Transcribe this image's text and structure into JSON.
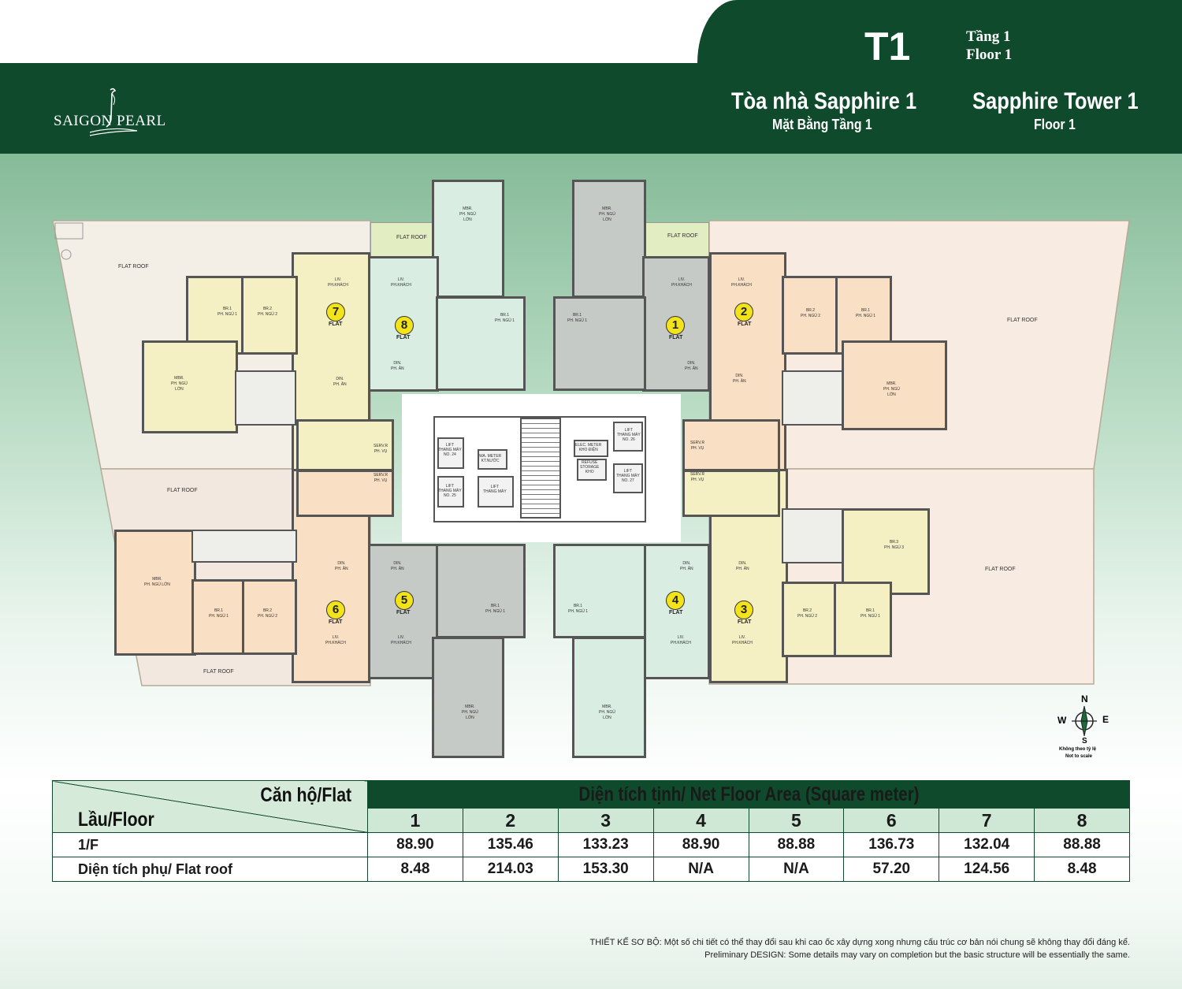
{
  "logo": {
    "text": "SAIGON PEARL"
  },
  "header": {
    "code": "T1",
    "floor_vi": "Tầng 1",
    "floor_en": "Floor 1",
    "building_vi": "Tòa nhà Sapphire 1",
    "plan_vi": "Mặt Bằng Tầng 1",
    "building_en": "Sapphire Tower 1",
    "plan_en": "Floor 1"
  },
  "plan": {
    "flat_roof": "FLAT ROOF",
    "flat_word": "FLAT",
    "flats": [
      "1",
      "2",
      "3",
      "4",
      "5",
      "6",
      "7",
      "8"
    ],
    "rooms": {
      "liv": "LIV.\nPH.KHÁCH",
      "din": "DIN.\nPH. ĂN",
      "mbr": "MBR.\nPH. NGỦ\nLỚN",
      "mbr_one_line": "MBR.\nPH. NGỦ LỚN",
      "br1": "BR.1\nPH. NGỦ 1",
      "br2": "BR.2\nPH. NGỦ 2",
      "br3": "BR.3\nPH. NGỦ 3",
      "serv": "SERV.R\nPH. VỤ"
    },
    "core": {
      "lift24": "LIFT\nTHANG MÁY\nNO. 24",
      "lift25": "LIFT\nTHANG MÁY\nNO. 25",
      "lift26": "LIFT\nTHANG MÁY\nNO. 26",
      "lift27": "LIFT\nTHANG MÁY\nNO. 27",
      "lift": "LIFT\nTHANG MÁY",
      "wa_meter": "WA. METER\nKT.NƯỚC",
      "elec_meter": "ELEC. METER\nKHO ĐIỆN",
      "refuse": "REFUSE\nSTORAGE\nKHO"
    }
  },
  "compass": {
    "n": "N",
    "s": "S",
    "e": "E",
    "w": "W",
    "note_vi": "Không theo tỷ lệ",
    "note_en": "Not to scale"
  },
  "table": {
    "corner_top": "Căn hộ/Flat",
    "corner_bottom": "Lầu/Floor",
    "area_title": "Diện tích tịnh/ Net Floor Area (Square meter)",
    "flats": [
      "1",
      "2",
      "3",
      "4",
      "5",
      "6",
      "7",
      "8"
    ],
    "rows": [
      {
        "label": "1/F",
        "values": [
          "88.90",
          "135.46",
          "133.23",
          "88.90",
          "88.88",
          "136.73",
          "132.04",
          "88.88"
        ]
      },
      {
        "label": "Diện tích phụ/ Flat roof",
        "values": [
          "8.48",
          "214.03",
          "153.30",
          "N/A",
          "N/A",
          "57.20",
          "124.56",
          "8.48"
        ]
      }
    ]
  },
  "disclaimer": {
    "vi": "THIẾT KẾ SƠ BỘ: Một số chi tiết có thể thay đổi sau khi cao ốc xây dựng xong nhưng cấu trúc cơ bản nói chung sẽ không thay đổi đáng kể.",
    "en": "Preliminary DESIGN: Some details may vary on completion but the basic structure will be essentially the same."
  },
  "colors": {
    "brand_green": "#0f4a2c",
    "flat_yellow": "#f4f0c4",
    "flat_orange": "#f9dfc3",
    "flat_grey": "#c6cac7",
    "flat_mint": "#d9ede2",
    "badge": "#f3e31a"
  }
}
